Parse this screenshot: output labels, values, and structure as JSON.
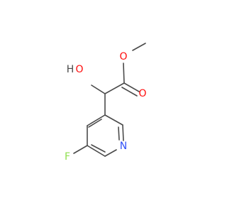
{
  "molecule": {
    "atoms": {
      "oxygen_hydroxyl": "O",
      "hydrogen_hydroxyl": "H",
      "oxygen_ester": "O",
      "oxygen_carbonyl": "O",
      "nitrogen_ring": "N",
      "fluorine": "F"
    },
    "colors": {
      "bond": "#4a4a4a",
      "oxygen": "#ff0d0d",
      "nitrogen": "#3050f8",
      "fluorine": "#90e050",
      "hydrogen": "#4a4a4a"
    }
  }
}
